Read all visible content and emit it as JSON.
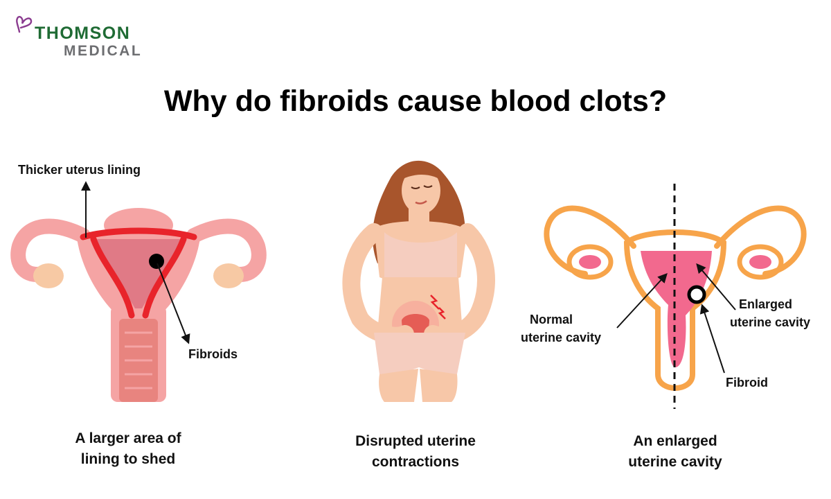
{
  "brand": {
    "name_line1": "THOMSON",
    "name_line2": "MEDICAL",
    "color_primary": "#1f6b34",
    "color_secondary": "#6d6e71",
    "mark_color": "#8a3b8f"
  },
  "title": "Why do fibroids cause blood clots?",
  "panels": [
    {
      "caption_line1": "A larger area of",
      "caption_line2": "lining to shed",
      "labels": {
        "top": "Thicker uterus lining",
        "side": "Fibroids"
      }
    },
    {
      "caption_line1": "Disrupted uterine",
      "caption_line2": "contractions"
    },
    {
      "caption_line1": "An enlarged",
      "caption_line2": "uterine cavity",
      "labels": {
        "normal_line1": "Normal",
        "normal_line2": "uterine cavity",
        "enlarged_line1": "Enlarged",
        "enlarged_line2": "uterine cavity",
        "fibroid": "Fibroid"
      }
    }
  ],
  "colors": {
    "uterus_pink": "#f5a4a4",
    "uterus_light": "#fbc8c2",
    "lining_red": "#e8242b",
    "outline_orange": "#f7a44a",
    "cavity_pink": "#f2698e",
    "skin": "#f7c7a8",
    "hair": "#a8552c"
  }
}
